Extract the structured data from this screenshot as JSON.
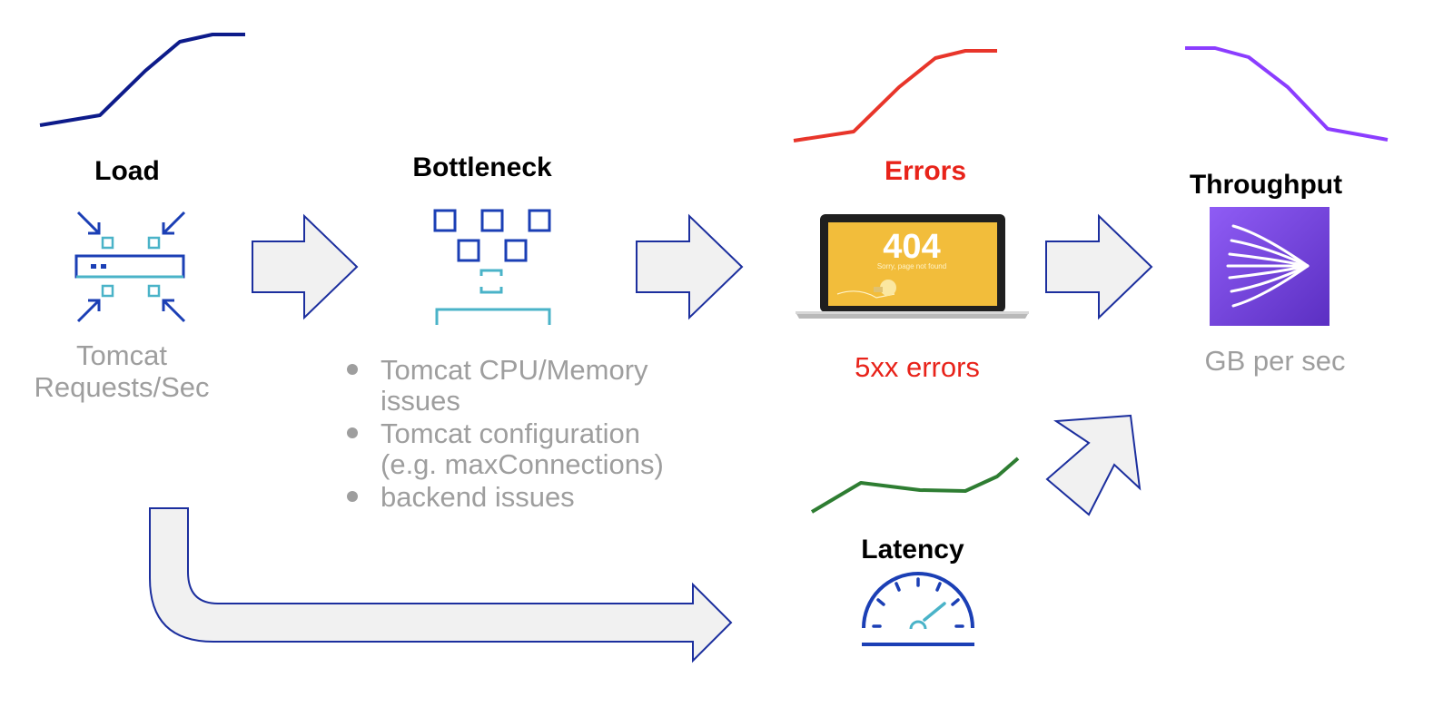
{
  "colors": {
    "load_line": "#0d1b8a",
    "errors_line": "#e8352a",
    "throughput_line": "#8b3dff",
    "latency_line": "#2e7d32",
    "arrow_stroke": "#1c2f9e",
    "arrow_fill": "#f1f1f1",
    "muted_text": "#9e9e9e",
    "error_text": "#e8231a",
    "icon_blue": "#1b3fb5",
    "icon_teal": "#4ab3c8"
  },
  "load": {
    "title": "Load",
    "caption_line1": "Tomcat",
    "caption_line2": "Requests/Sec",
    "icon": "load-balancer-icon"
  },
  "bottleneck": {
    "title": "Bottleneck",
    "icon": "bottleneck-icon",
    "bullets": [
      {
        "line1": "Tomcat CPU/Memory",
        "line2": "issues"
      },
      {
        "line1": "Tomcat configuration",
        "line2": "(e.g. maxConnections)"
      },
      {
        "line1": "backend issues",
        "line2": ""
      }
    ]
  },
  "errors": {
    "title": "Errors",
    "caption": "5xx errors",
    "icon": "laptop-404-icon",
    "screen_code": "404",
    "screen_message": "Sorry, page not found"
  },
  "throughput": {
    "title": "Throughput",
    "caption": "GB per sec",
    "icon": "throughput-icon"
  },
  "latency": {
    "title": "Latency",
    "icon": "speedometer-icon"
  }
}
